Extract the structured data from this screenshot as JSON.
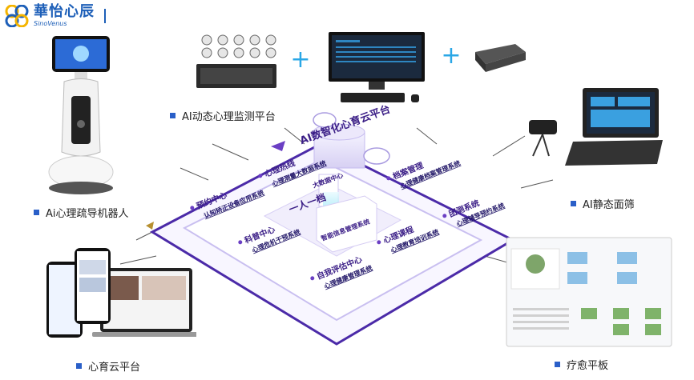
{
  "brand": {
    "name_cn": "華怡心辰",
    "name_en": "SinoVenus"
  },
  "captions": {
    "monitor_platform": "AI动态心理监测平台",
    "robot": "Ai心理疏导机器人",
    "static_screening": "AI静态面筛",
    "cloud_platform": "心育云平台",
    "tablet": "疗愈平板"
  },
  "plus_sign": "+",
  "center": {
    "tower_title": "AI数智化心育云平台",
    "data_center": "大数据中心",
    "one_person_one_file": "一人一档",
    "smart_info": "智能信息管理系统"
  },
  "modules": [
    {
      "title": "心理热线",
      "system": "心理测量大数据系统"
    },
    {
      "title": "档案管理",
      "system": "心理健康档案管理系统"
    },
    {
      "title": "预约中心",
      "system": "认知矫正设备应用系统"
    },
    {
      "title": "团测系统",
      "system": "心理辅导预约系统"
    },
    {
      "title": "科普中心",
      "system": "心理危机干预系统"
    },
    {
      "title": "心理课程",
      "system": "心理教育培训系统"
    },
    {
      "title": "自我评估中心",
      "system": "心理健康管理系统"
    }
  ],
  "colors": {
    "accent": "#2a5fc8",
    "purple": "#6b3fc4",
    "deep_purple": "#3a1d86"
  }
}
